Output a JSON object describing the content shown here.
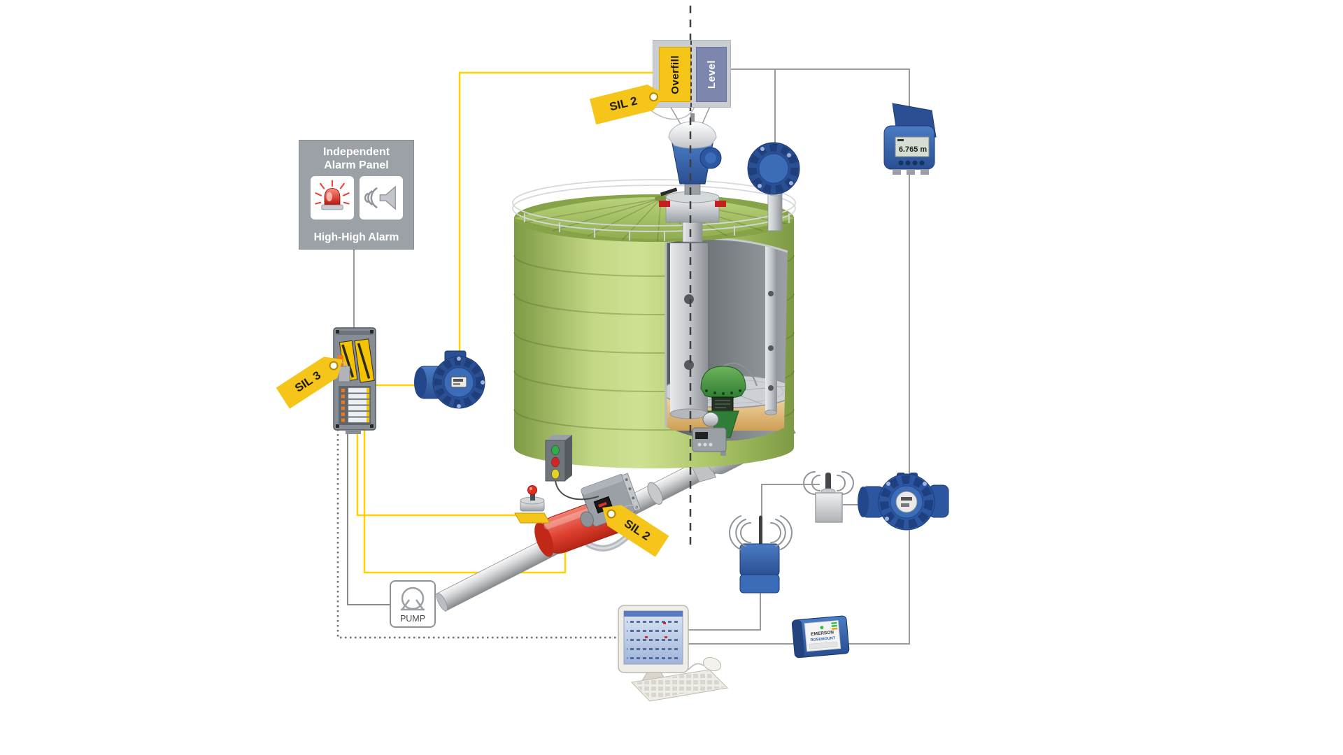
{
  "panel": {
    "overfill": "Overfill",
    "level": "Level"
  },
  "tags": {
    "top": "SIL 2",
    "logic_solver": "SIL 3",
    "valve": "SIL 2"
  },
  "alarm_panel": {
    "title_line1": "Independent",
    "title_line2": "Alarm Panel",
    "caption": "High-High Alarm"
  },
  "pump": {
    "label": "PUMP"
  },
  "field_display": {
    "value": "6.765 m"
  },
  "tank_hub": {
    "brand": "EMERSON",
    "product": "ROSEMOUNT"
  },
  "colors": {
    "safety_yellow": "#F6C51A",
    "signal_yellow": "#FFD200",
    "device_blue": "#3A6CB8",
    "tank_green": "#AFC96A",
    "amber_liquid": "#D9A95E",
    "alarm_red": "#D93025",
    "actuator_red": "#D6402E",
    "valve_green": "#3D9140",
    "panel_gray": "#9BA1A7",
    "line_gray": "#9A9A9A"
  }
}
